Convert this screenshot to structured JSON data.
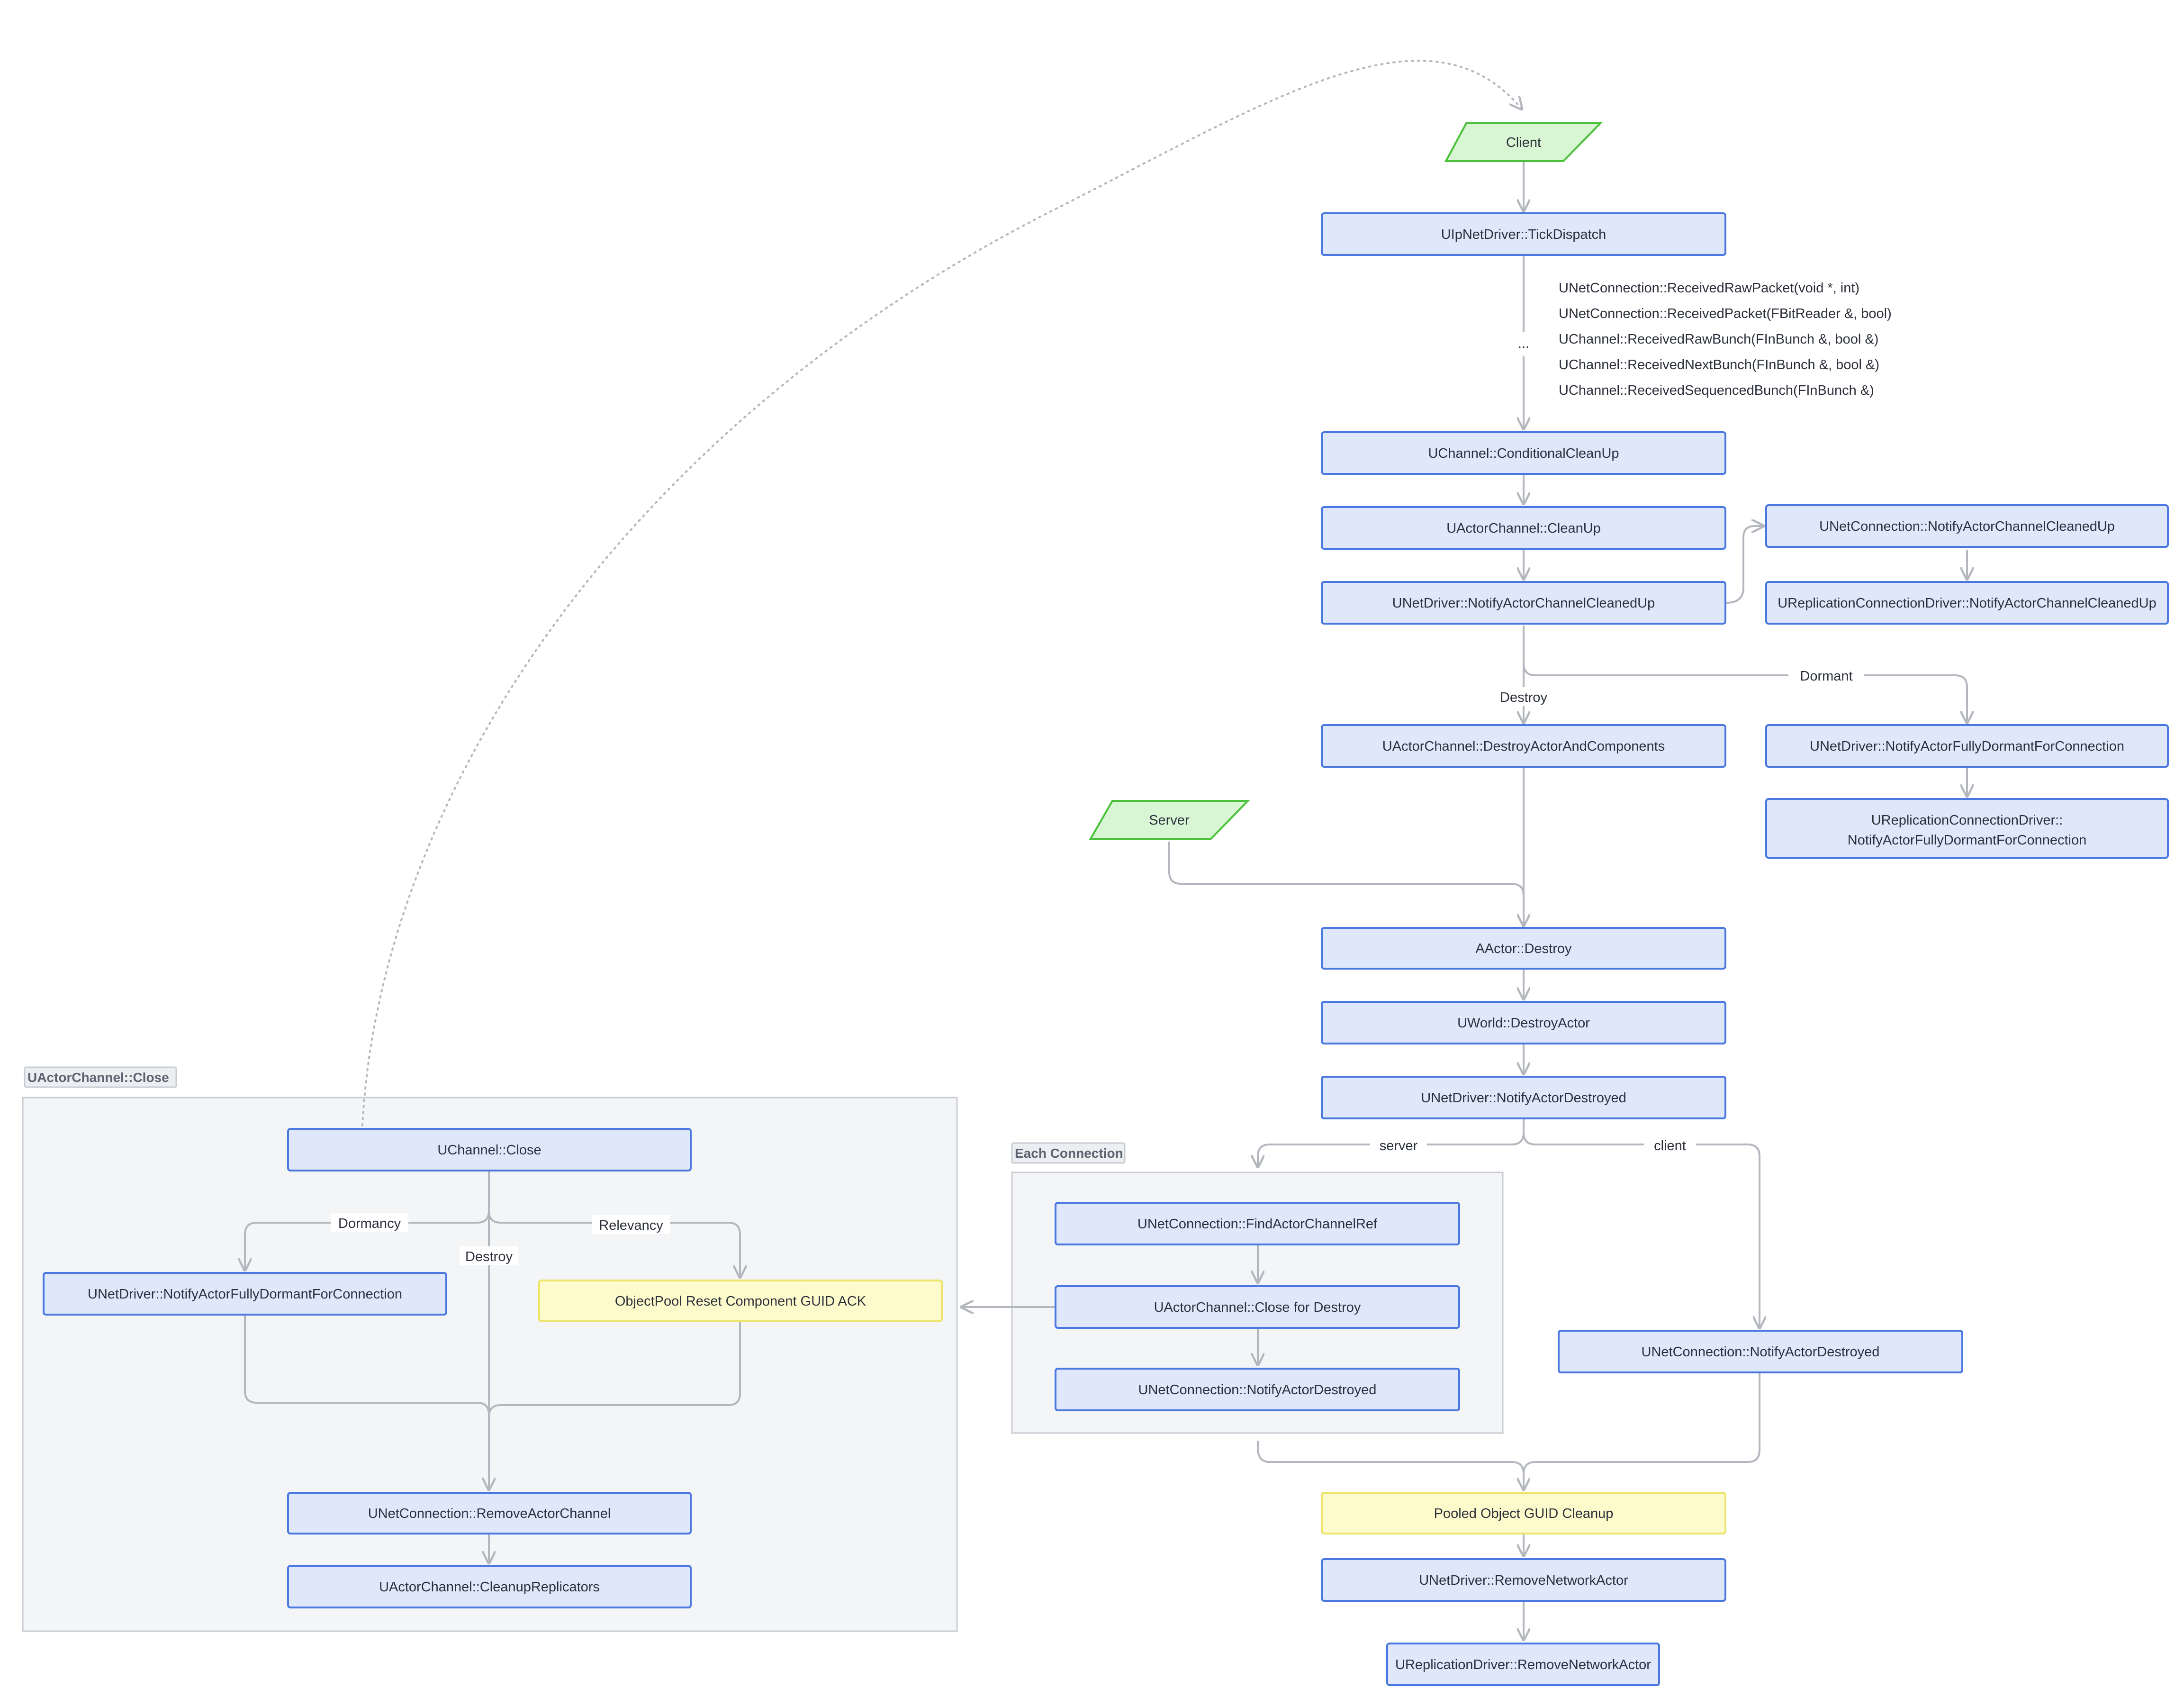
{
  "nodes": {
    "client": "Client",
    "tick_dispatch": "UIpNetDriver::TickDispatch",
    "ellipsis": "...",
    "conditional_cleanup": "UChannel::ConditionalCleanUp",
    "actor_channel_cleanup": "UActorChannel::CleanUp",
    "notify_channel_cleaned": "UNetDriver::NotifyActorChannelCleanedUp",
    "conn_notify_channel_cleaned": "UNetConnection::NotifyActorChannelCleanedUp",
    "repl_notify_channel_cleaned": "UReplicationConnectionDriver::NotifyActorChannelCleanedUp",
    "destroy_actor_components": "UActorChannel::DestroyActorAndComponents",
    "notify_fully_dormant_right": "UNetDriver::NotifyActorFullyDormantForConnection",
    "repl_fully_dormant_line1": "UReplicationConnectionDriver::",
    "repl_fully_dormant_line2": "NotifyActorFullyDormantForConnection",
    "server": "Server",
    "actor_destroy": "AActor::Destroy",
    "world_destroy_actor": "UWorld::DestroyActor",
    "notify_actor_destroyed": "UNetDriver::NotifyActorDestroyed",
    "find_actor_channel_ref": "UNetConnection::FindActorChannelRef",
    "close_for_destroy": "UActorChannel::Close for Destroy",
    "conn_notify_destroyed_group": "UNetConnection::NotifyActorDestroyed",
    "conn_notify_destroyed_client": "UNetConnection::NotifyActorDestroyed",
    "pooled_guid_cleanup": "Pooled Object GUID Cleanup",
    "remove_network_actor": "UNetDriver::RemoveNetworkActor",
    "repl_remove_network_actor": "UReplicationDriver::RemoveNetworkActor",
    "channel_close": "UChannel::Close",
    "notify_fully_dormant_left": "UNetDriver::NotifyActorFullyDormantForConnection",
    "objectpool_reset": "ObjectPool Reset Component GUID ACK",
    "remove_actor_channel": "UNetConnection::RemoveActorChannel",
    "cleanup_replicators": "UActorChannel::CleanupReplicators"
  },
  "call_chain": [
    "UNetConnection::ReceivedRawPacket(void *, int)",
    "UNetConnection::ReceivedPacket(FBitReader &, bool)",
    "UChannel::ReceivedRawBunch(FInBunch &, bool &)",
    "UChannel::ReceivedNextBunch(FInBunch &, bool &)",
    "UChannel::ReceivedSequencedBunch(FInBunch &)"
  ],
  "edge_labels": {
    "dormant": "Dormant",
    "destroy_right": "Destroy",
    "server": "server",
    "client": "client",
    "dormancy": "Dormancy",
    "relevancy": "Relevancy",
    "destroy_left": "Destroy"
  },
  "groups": {
    "actor_channel_close": "UActorChannel::Close",
    "each_connection": "Each Connection"
  },
  "colors": {
    "process_fill": "#dfe8fb",
    "process_stroke": "#4a78e0",
    "highlight_fill": "#fdfbcc",
    "highlight_stroke": "#ece46b",
    "io_fill": "#d8f5d4",
    "io_stroke": "#4cc23c",
    "edge": "#b4b7bd"
  }
}
